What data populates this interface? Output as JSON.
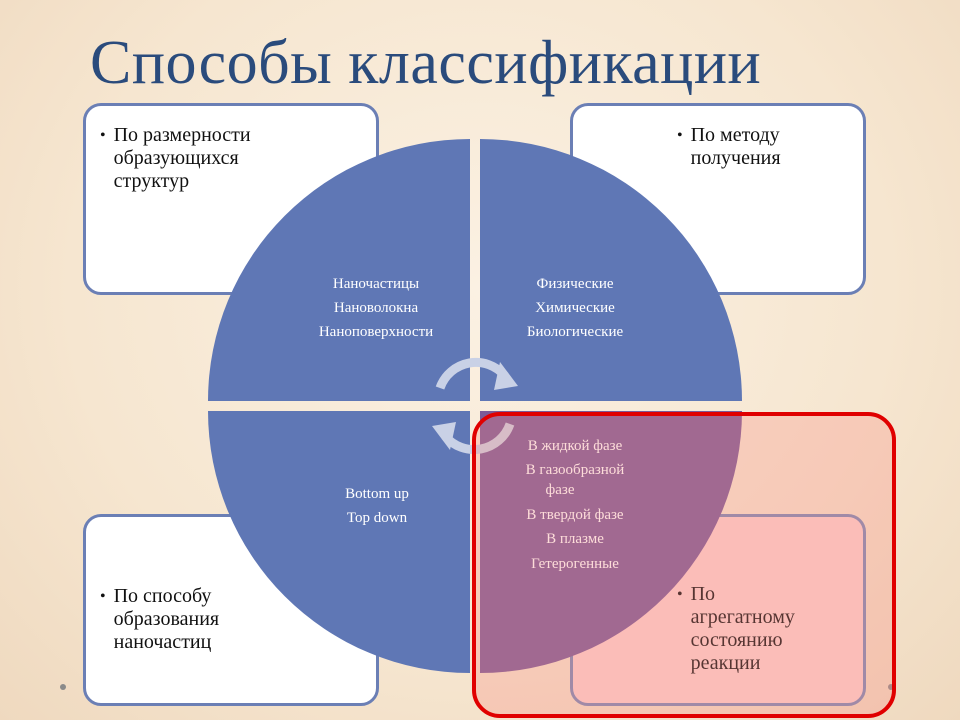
{
  "title": "Способы классификации",
  "boxes": {
    "top_left": {
      "lines": [
        "По размерности",
        "образующихся",
        "структур"
      ]
    },
    "top_right": {
      "lines": [
        "По методу",
        "получения"
      ]
    },
    "bottom_left": {
      "lines": [
        "По способу",
        "образования",
        "наночастиц"
      ]
    },
    "bottom_right": {
      "lines": [
        "По",
        "агрегатному",
        "состоянию",
        "реакции"
      ]
    }
  },
  "quadrants": {
    "top_left": {
      "items": [
        "Наночастицы",
        "Нановолокна",
        "Наноповерхности"
      ]
    },
    "top_right": {
      "items": [
        "Физические",
        "Химические",
        "Биологические"
      ]
    },
    "bottom_left": {
      "items": [
        "Bottom up",
        "Top down"
      ]
    },
    "bottom_right": {
      "items": [
        "В жидкой фазе",
        "В газообразной",
        "фазе",
        "В твердой фазе",
        "В плазме",
        "Гетерогенные"
      ]
    }
  },
  "colors": {
    "title": "#2a4b7c",
    "pie_fill": "#5f77b5",
    "highlight_border": "#e00000",
    "highlight_quadrant": "#7b5b98"
  },
  "icons": {
    "center": "circular-arrows-icon"
  }
}
